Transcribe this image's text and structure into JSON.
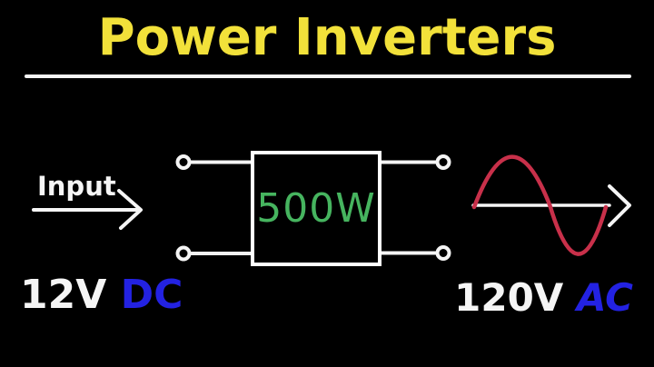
{
  "title": {
    "text": "Power Inverters",
    "color": "#F2E13A"
  },
  "divider": {
    "color": "#F5F5F5"
  },
  "diagram": {
    "input_label": "Input",
    "inverter": {
      "wattage": "500W",
      "wattage_color": "#46B45F",
      "outline_color": "#FFFFFF"
    },
    "input_rating": {
      "voltage": "12V",
      "type": "DC"
    },
    "output_rating": {
      "voltage": "120V",
      "type": "AC"
    },
    "rating_type_color": "#2322E2",
    "sine_wave_color": "#C8304A",
    "wire_color": "#FFFFFF",
    "background_color": "#000000"
  }
}
